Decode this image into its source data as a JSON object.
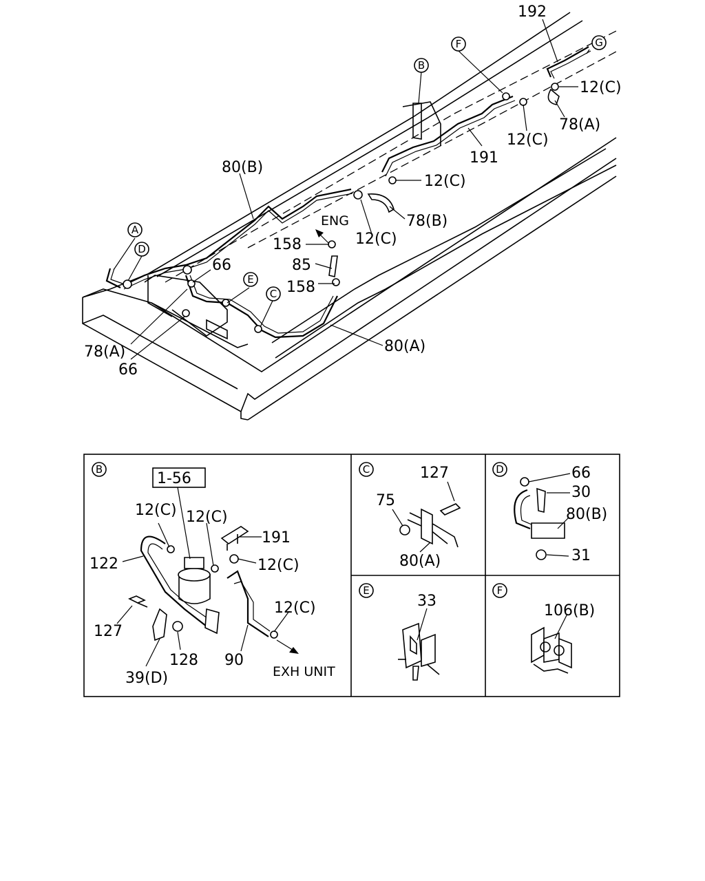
{
  "circle_tags": {
    "A": "A",
    "B": "B",
    "C": "C",
    "D": "D",
    "E": "E",
    "F": "F",
    "G": "G"
  },
  "main_labels": {
    "l192": "192",
    "l12c_1": "12(C)",
    "l78a_1": "78(A)",
    "l12c_2": "12(C)",
    "l191": "191",
    "l80b": "80(B)",
    "l12c_3": "12(C)",
    "l78b": "78(B)",
    "eng": "ENG",
    "l12c_4": "12(C)",
    "l158_1": "158",
    "l85": "85",
    "l158_2": "158",
    "l66_1": "66",
    "l78a_2": "78(A)",
    "l66_2": "66",
    "l80a": "80(A)"
  },
  "detail_b": {
    "ref": "1-56",
    "l12c_a": "12(C)",
    "l12c_b": "12(C)",
    "l191": "191",
    "l122": "122",
    "l12c_c": "12(C)",
    "l12c_d": "12(C)",
    "l127": "127",
    "l128": "128",
    "l90": "90",
    "l39d": "39(D)",
    "exh": "EXH UNIT"
  },
  "detail_c": {
    "l127": "127",
    "l75": "75",
    "l80a": "80(A)"
  },
  "detail_d": {
    "l66": "66",
    "l30": "30",
    "l80b": "80(B)",
    "l31": "31"
  },
  "detail_e": {
    "l33": "33"
  },
  "detail_f": {
    "l106b": "106(B)"
  }
}
